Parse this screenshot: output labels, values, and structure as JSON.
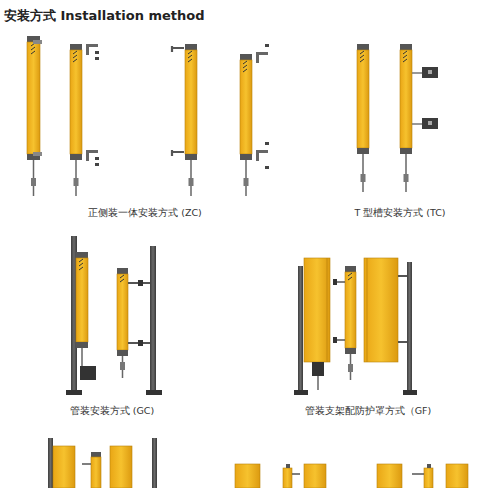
{
  "diagram": {
    "title": "安装方式 Installation method",
    "labels": [
      "正侧装一体安装方式 (ZC)",
      "T 型槽安装方式 (TC)",
      "管装安装方式 (GC)",
      "管装支架配防护罩方式（GF)"
    ]
  }
}
